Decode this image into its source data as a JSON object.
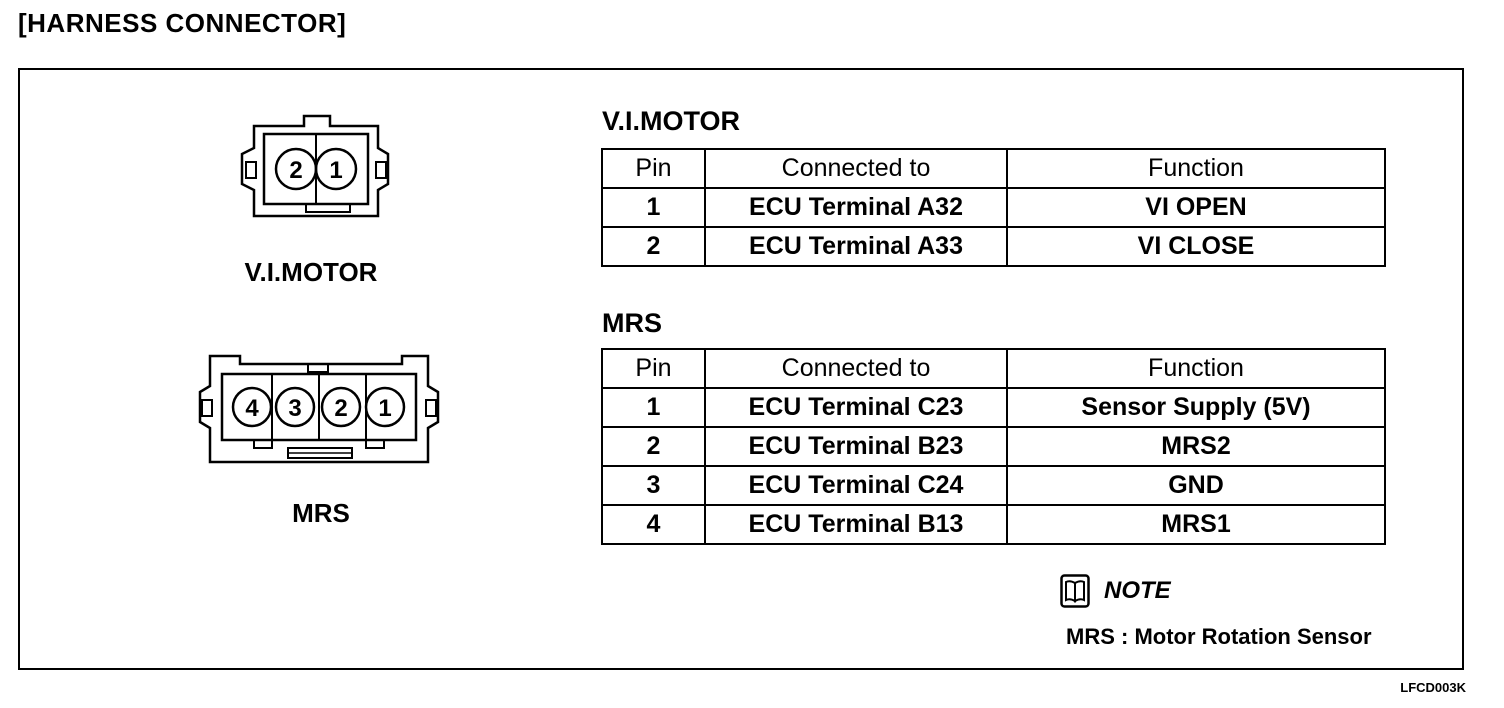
{
  "header": {
    "title": "[HARNESS CONNECTOR]"
  },
  "connectors": {
    "vi_motor": {
      "label": "V.I.MOTOR",
      "pins": [
        "2",
        "1"
      ]
    },
    "mrs": {
      "label": "MRS",
      "pins": [
        "4",
        "3",
        "2",
        "1"
      ]
    }
  },
  "vi_motor_table": {
    "title": "V.I.MOTOR",
    "headers": [
      "Pin",
      "Connected to",
      "Function"
    ],
    "rows": [
      [
        "1",
        "ECU Terminal A32",
        "VI OPEN"
      ],
      [
        "2",
        "ECU Terminal A33",
        "VI CLOSE"
      ]
    ]
  },
  "mrs_table": {
    "title": "MRS",
    "headers": [
      "Pin",
      "Connected to",
      "Function"
    ],
    "rows": [
      [
        "1",
        "ECU Terminal C23",
        "Sensor Supply (5V)"
      ],
      [
        "2",
        "ECU Terminal B23",
        "MRS2"
      ],
      [
        "3",
        "ECU Terminal C24",
        "GND"
      ],
      [
        "4",
        "ECU Terminal B13",
        "MRS1"
      ]
    ]
  },
  "note": {
    "label": "NOTE",
    "text": "MRS : Motor Rotation Sensor",
    "icon": "book-icon"
  },
  "footer": {
    "code": "LFCD003K"
  }
}
